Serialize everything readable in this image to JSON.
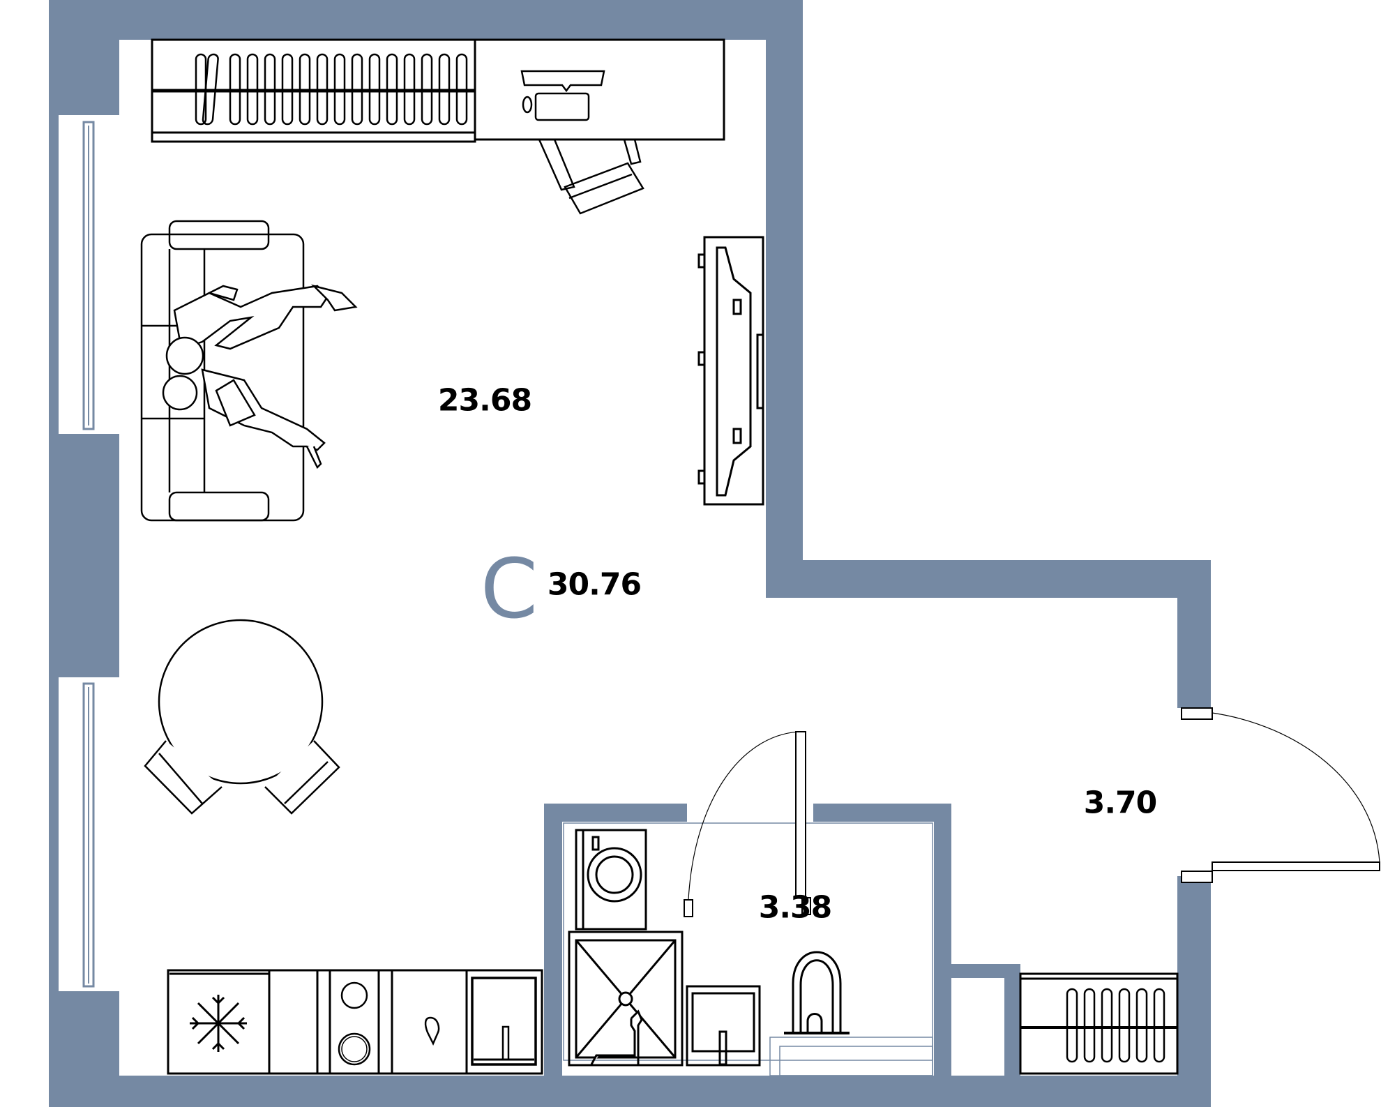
{
  "plan": {
    "wall_color": "#7589A3",
    "apartment_type": "C",
    "total_area": "30.76",
    "rooms": [
      {
        "name": "living-kitchen",
        "area": "23.68"
      },
      {
        "name": "bathroom",
        "area": "3.38"
      },
      {
        "name": "hallway",
        "area": "3.70"
      }
    ]
  },
  "furniture": {
    "living": [
      "wardrobe",
      "desk",
      "desk-chair",
      "sofa",
      "people-on-sofa",
      "tv-stand",
      "dining-table",
      "dining-chairs"
    ],
    "kitchen": [
      "fridge",
      "cabinet",
      "hob",
      "dishwasher",
      "kitchen-sink"
    ],
    "bathroom": [
      "washing-machine",
      "shower-tray",
      "washbasin",
      "toilet"
    ],
    "hallway": [
      "hall-wardrobe"
    ]
  }
}
